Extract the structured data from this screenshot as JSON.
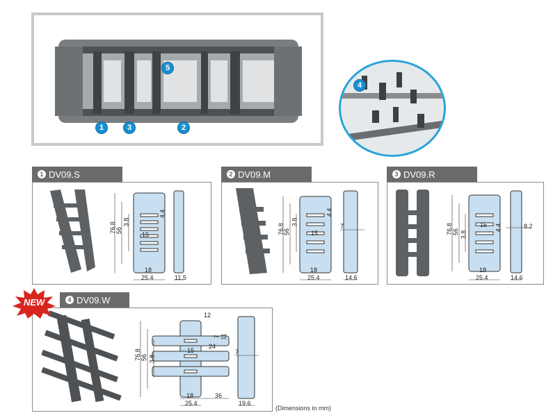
{
  "top": {
    "callouts": [
      "1",
      "3",
      "2",
      "5",
      "4"
    ]
  },
  "panels": [
    {
      "num": "1",
      "title": "DV09.S",
      "dims": {
        "h1": "76.8",
        "h2": "56",
        "h3": "3.8",
        "w1": "4.4",
        "w2": "15",
        "b1": "18",
        "b2": "25.4",
        "side": "11.5"
      }
    },
    {
      "num": "2",
      "title": "DV09.M",
      "dims": {
        "h1": "76.8",
        "h2": "56",
        "h3": "3.8",
        "w1": "4.4",
        "w2": "15",
        "b1": "18",
        "b2": "25.4",
        "side": "14.6",
        "gap": "7"
      }
    },
    {
      "num": "3",
      "title": "DV09.R",
      "dims": {
        "h1": "76.8",
        "h2": "56",
        "h3": "3.8",
        "w1": "4.4",
        "w2": "15",
        "b1": "18",
        "b2": "25.4",
        "side": "14.6",
        "gap": "8.2"
      }
    },
    {
      "num": "4",
      "title": "DV09.W",
      "dims": {
        "h1": "76.8",
        "h2": "56",
        "h3": "3.8",
        "w2": "15",
        "b1": "18",
        "b2": "25.4",
        "b3": "36",
        "t1": "12",
        "t2": "7",
        "t3": "11",
        "t4": "24",
        "side": "19.6",
        "gap": "7"
      }
    }
  ],
  "new_badge": "NEW",
  "footnote": "(Dimensions in mm)"
}
